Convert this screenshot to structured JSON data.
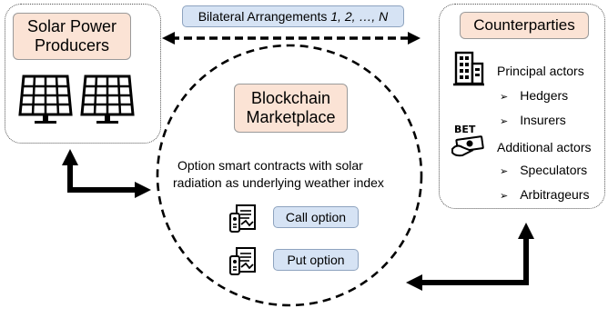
{
  "producers": {
    "title_line1": "Solar Power",
    "title_line2": "Producers",
    "icon": "solar-panel-icon"
  },
  "bilateral": {
    "label_prefix": "Bilateral Arrangements ",
    "label_indices": "1, 2, …, N"
  },
  "counterparties": {
    "title": "Counterparties",
    "principal": {
      "label": "Principal actors",
      "items": [
        "Hedgers",
        "Insurers"
      ],
      "icon": "building-icon"
    },
    "additional": {
      "label": "Additional actors",
      "items": [
        "Speculators",
        "Arbitrageurs"
      ],
      "icon": "bet-money-icon"
    }
  },
  "marketplace": {
    "title_line1": "Blockchain",
    "title_line2": "Marketplace",
    "desc_line1": "Option smart contracts with solar",
    "desc_line2": "radiation as underlying weather index",
    "options": [
      {
        "label": "Call option",
        "icon": "contract-icon"
      },
      {
        "label": "Put option",
        "icon": "contract-icon"
      }
    ]
  },
  "bullet_symbol": "➢",
  "colors": {
    "peach": "#fbe3d5",
    "blue": "#d6e3f4",
    "arrow": "#000000"
  }
}
